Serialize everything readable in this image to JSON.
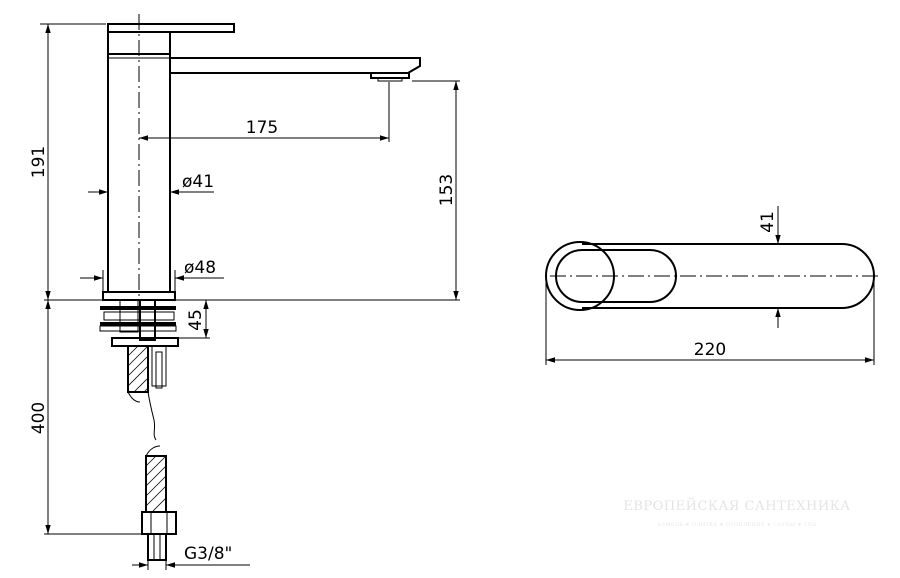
{
  "dimensions": {
    "overall_height": "191",
    "spout_reach": "175",
    "spout_height": "153",
    "diameter_inner": "ø41",
    "diameter_base": "ø48",
    "max_deck_thickness": "45",
    "hose_length": "400",
    "thread": "G3/8\"",
    "handle_width": "41",
    "top_view_length": "220"
  },
  "watermark": {
    "title": "ЕВРОПЕЙСКАЯ САНТЕХНИКА",
    "subtitle": "КАМЕНЬ ★ ПЛИТКА ★ ОТОПЛЕНИЕ ★ САУНЫ ★ СПА"
  }
}
